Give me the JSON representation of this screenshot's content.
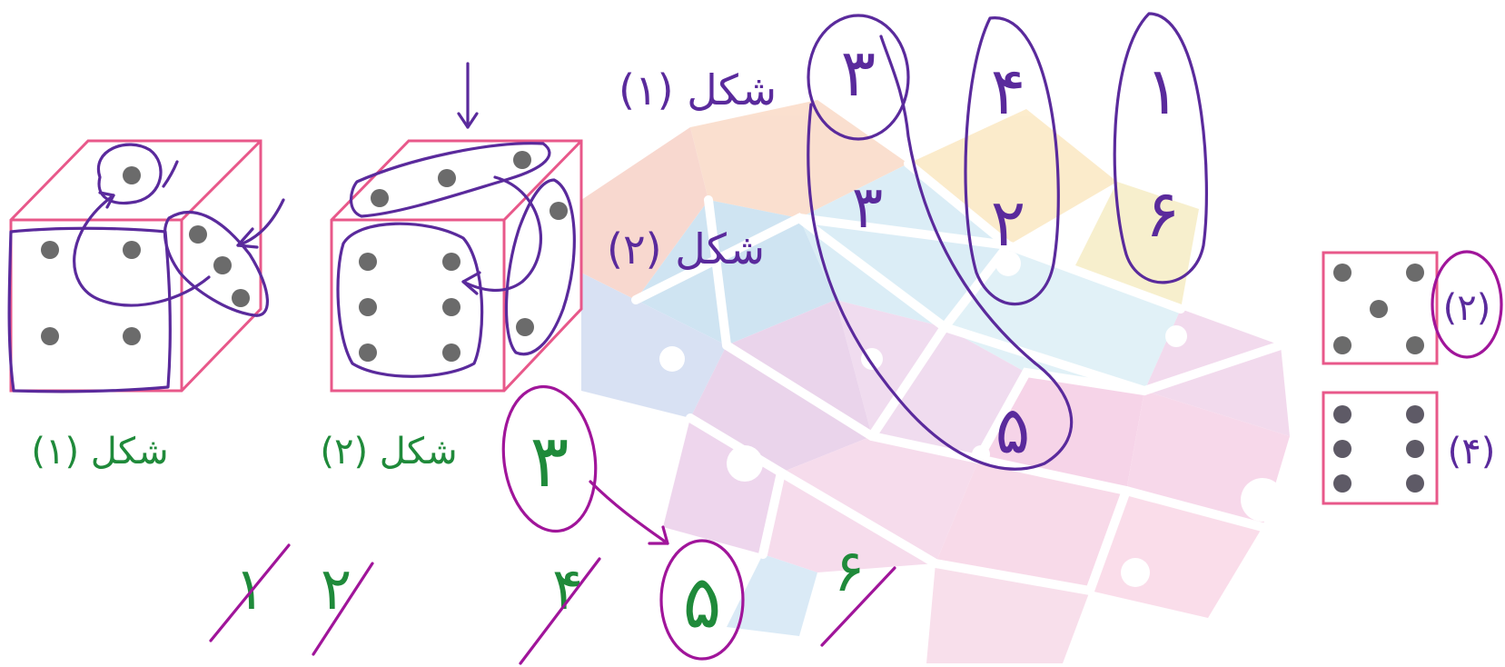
{
  "colors": {
    "cube_edge": "#e8588a",
    "pen_purple": "#5a2a9c",
    "pen_green": "#1f8a3a",
    "pen_magenta": "#a0159a",
    "pip": "#6b6b6b"
  },
  "cube_labels": {
    "cube1": "شکل (۱)",
    "cube2": "شکل (۲)"
  },
  "figure_labels": {
    "row1": "شکل (۱)",
    "row2": "شکل (۲)"
  },
  "opposite_pairs": [
    {
      "top": "۳",
      "bottom": "۵"
    },
    {
      "top": "۴",
      "bottom": "۲"
    },
    {
      "top": "۱",
      "bottom": "۶"
    }
  ],
  "extra_digit": "۳",
  "answer_digit": "۳",
  "result_digit": "۵",
  "candidate_digits": [
    "۱",
    "۲",
    "۴",
    "۵",
    "۶"
  ],
  "options": [
    {
      "label": "(۲)",
      "pips": 5,
      "circled": true
    },
    {
      "label": "(۴)",
      "pips": 6,
      "circled": false
    }
  ]
}
